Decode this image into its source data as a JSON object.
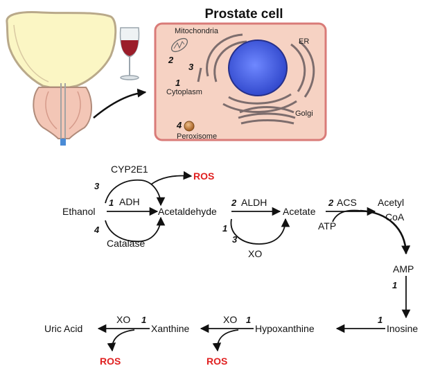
{
  "cell": {
    "title": "Prostate cell",
    "organelles": {
      "mitochondria": "Mitochondria",
      "er": "ER",
      "cytoplasm": "Cytoplasm",
      "golgi": "Golgi",
      "peroxisome": "Peroxisome"
    },
    "numbers": {
      "mito": "2",
      "er": "3",
      "cyto": "1",
      "perox": "4"
    }
  },
  "pathway": {
    "ethanol": "Ethanol",
    "acetaldehyde": "Acetaldehyde",
    "acetate": "Acetate",
    "acetyl": "Acetyl",
    "coa": "CoA",
    "atp": "ATP",
    "amp": "AMP",
    "inosine": "Inosine",
    "hypoxanthine": "Hypoxanthine",
    "xanthine": "Xanthine",
    "uric_acid": "Uric Acid",
    "ros": "ROS",
    "enzymes": {
      "cyp2e1": "CYP2E1",
      "adh": "ADH",
      "catalase": "Catalase",
      "aldh": "ALDH",
      "xo": "XO",
      "acs": "ACS"
    },
    "numbers": {
      "cyp": "3",
      "adh": "1",
      "catalase": "4",
      "aldh": "2",
      "xo_a": "1",
      "xo_b": "3",
      "acs": "2",
      "amp": "1",
      "inosine": "1",
      "hypox": "1",
      "xanth": "1"
    }
  },
  "colors": {
    "ros": "#e02020",
    "cell_fill": "#f6d2c3",
    "cell_border": "#d97b78",
    "nucleus": "#3d5be0",
    "bladder_fill": "#fbf6c4",
    "wine": "#9b1d2a"
  }
}
